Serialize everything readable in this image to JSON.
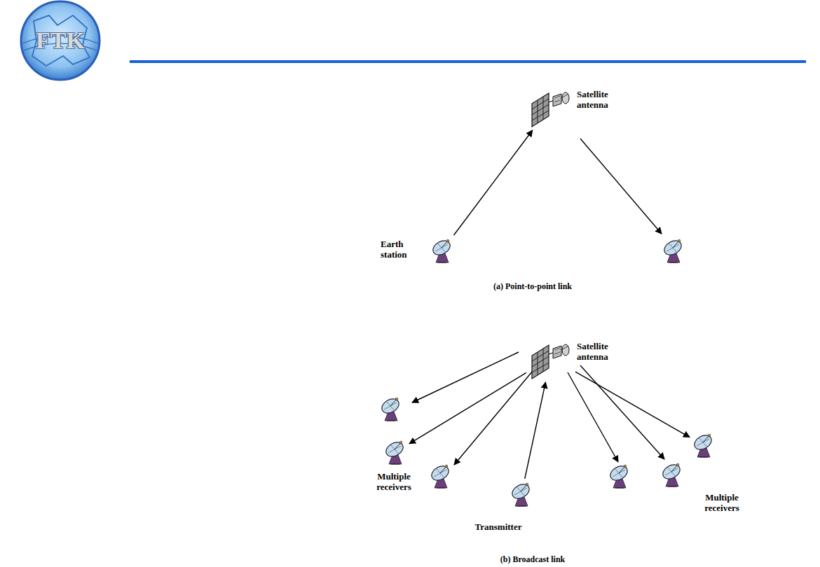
{
  "diagram": {
    "nodes": [
      {
        "text": [
          "Satellite antenna"
        ]
      },
      {
        "text": [
          "Earth station"
        ]
      },
      {
        "text": [
          "Satellite antenna"
        ]
      },
      {
        "text": [
          "Multiple receivers"
        ]
      },
      {
        "text": [
          "Transmitter"
        ]
      },
      {
        "text": [
          "Multiple receivers"
        ]
      }
    ],
    "edges": [
      {
        "from": 1,
        "to": 0,
        "arrow": "to"
      },
      {
        "from": 4,
        "to": 2,
        "arrow": "to"
      },
      {
        "from": 2,
        "to": 3,
        "arrow": "to"
      },
      {
        "from": 2,
        "to": 5,
        "arrow": "to"
      }
    ],
    "labels": [
      "FTK",
      "(a) Point-to-point link",
      "(b) Broadcast link"
    ]
  }
}
